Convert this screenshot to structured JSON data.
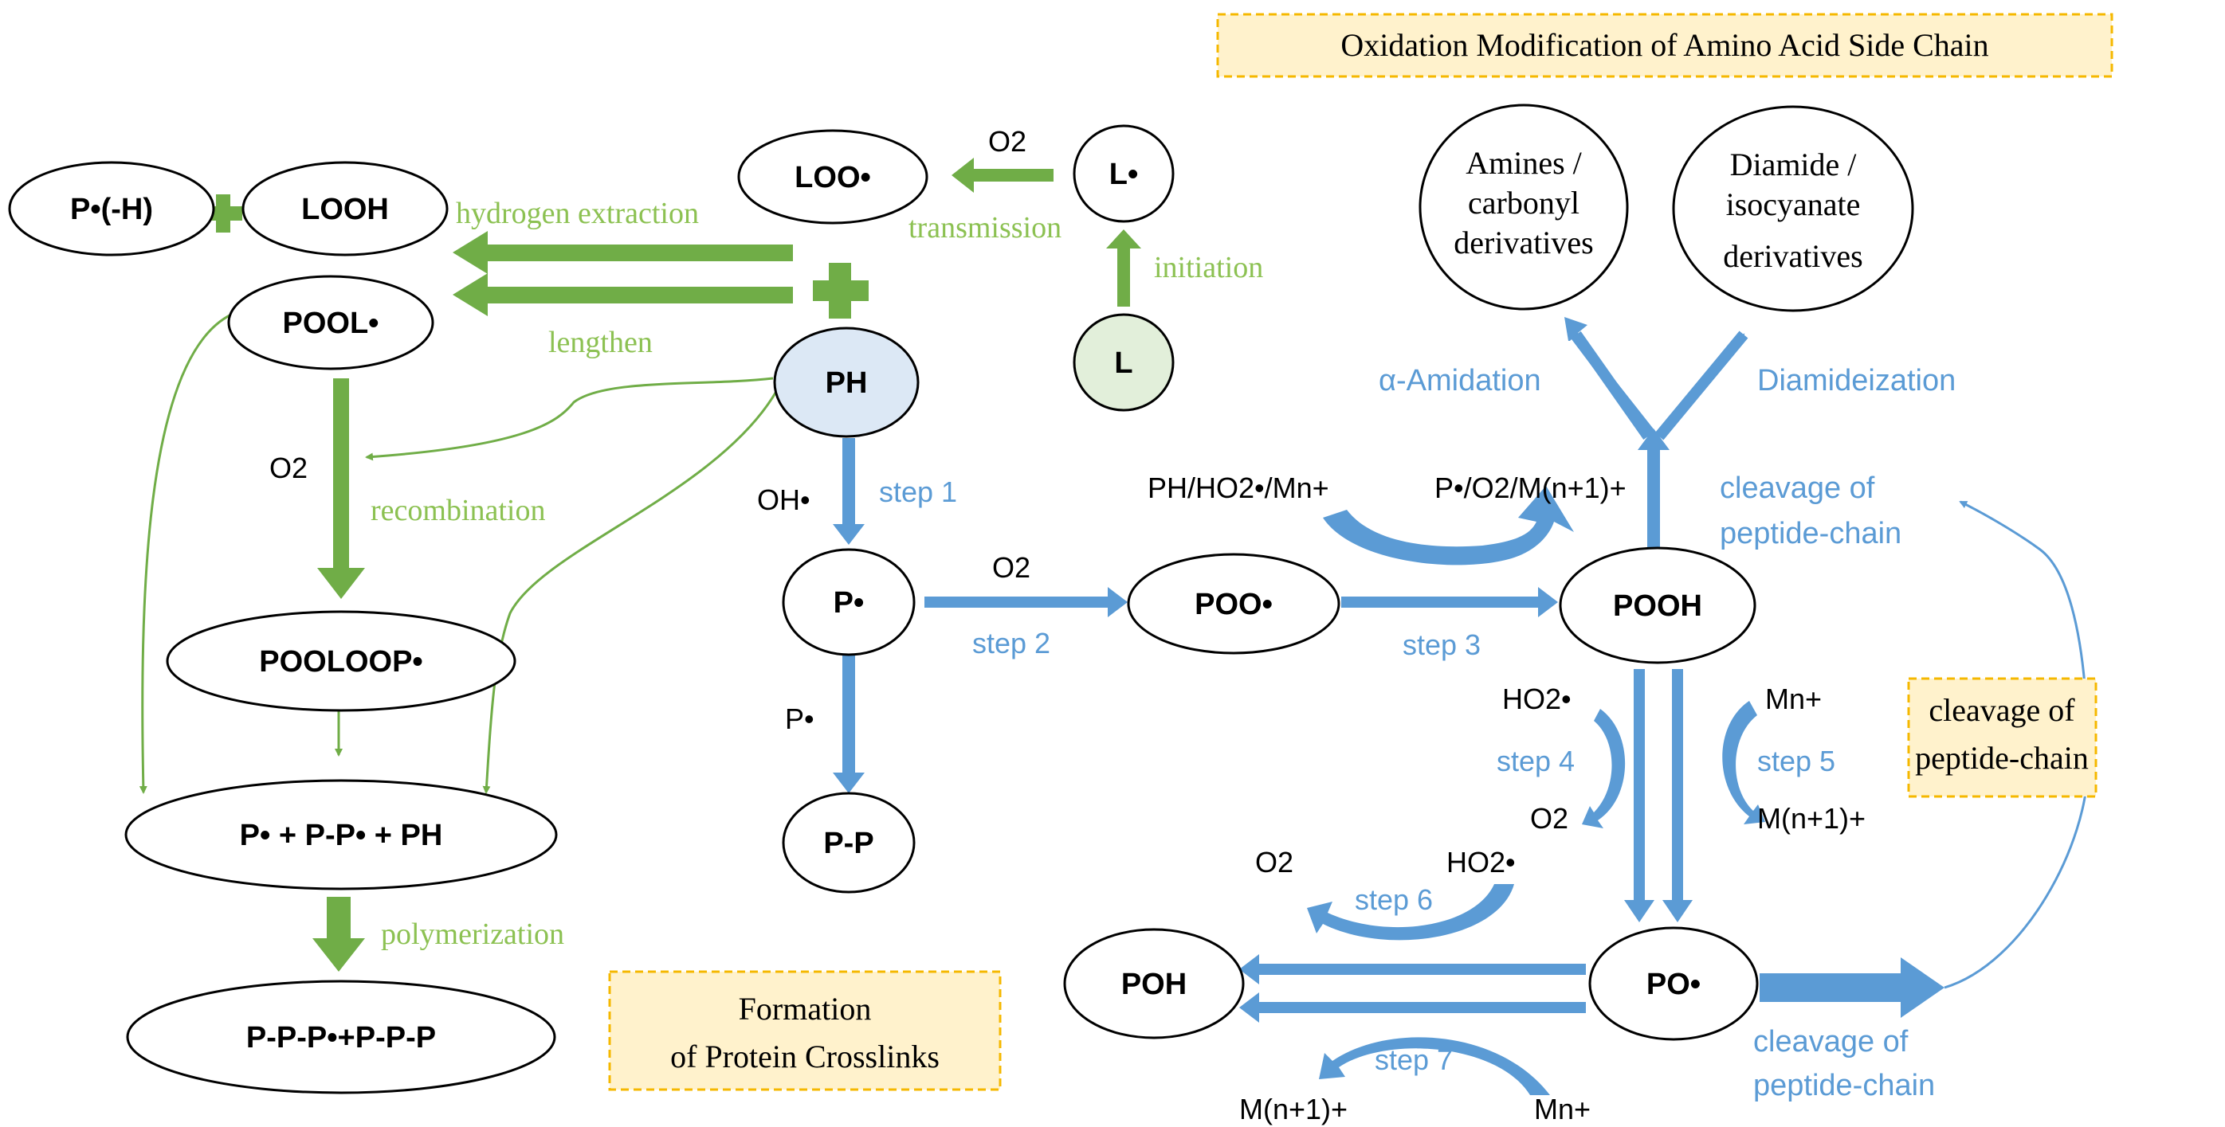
{
  "colors": {
    "green": "#70ad47",
    "green_text": "#8cc152",
    "blue": "#5b9bd5",
    "box_fill": "#fff2cc",
    "box_border": "#f5b800",
    "ph_fill": "#dce8f5",
    "l_fill": "#e2efda"
  },
  "boxes": {
    "oxidation_title": "Oxidation Modification of Amino Acid Side Chain",
    "crosslinks_line1": "Formation",
    "crosslinks_line2": "of Protein Crosslinks",
    "cleavage_box_line1": "cleavage of",
    "cleavage_box_line2": "peptide-chain"
  },
  "nodes": {
    "p_radical_h": "P•(-H)",
    "looh": "LOOH",
    "loo": "LOO•",
    "l_radical": "L•",
    "l": "L",
    "pool": "POOL•",
    "ph": "PH",
    "pooloop": "POOLOOP•",
    "mix": "P• + P-P• + PH",
    "final": "P-P-P•+P-P-P",
    "p_radical": "P•",
    "pp": "P-P",
    "poo": "POO•",
    "pooh": "POOH",
    "po": "PO•",
    "poh": "POH",
    "amines": [
      "Amines /",
      "carbonyl",
      "derivatives"
    ],
    "diamide": [
      "Diamide /",
      "isocyanate",
      "derivatives"
    ]
  },
  "green_labels": {
    "hydrogen_extraction": "hydrogen extraction",
    "lengthen": "lengthen",
    "transmission": "transmission",
    "initiation": "initiation",
    "recombination": "recombination",
    "polymerization": "polymerization"
  },
  "blue_labels": {
    "step1": "step 1",
    "step2": "step 2",
    "step3": "step 3",
    "step4": "step 4",
    "step5": "step 5",
    "step6": "step 6",
    "step7": "step 7",
    "alpha_amidation": "α-Amidation",
    "diamideization": "Diamideization",
    "cleavage_top_1": "cleavage of",
    "cleavage_top_2": "peptide-chain",
    "cleavage_bottom_1": "cleavage of",
    "cleavage_bottom_2": "peptide-chain"
  },
  "black_labels": {
    "o2_top": "O2",
    "o2_left": "O2",
    "oh_radical": "OH•",
    "p_radical_small": "P•",
    "o2_step2": "O2",
    "ph_ho2_m": "PH/HO2•/Mn+",
    "p_o2_m": "P•/O2/M(n+1)+",
    "ho2_step4": "HO2•",
    "o2_step4": "O2",
    "mn_step5": "Mn+",
    "m_step5": "M(n+1)+",
    "o2_step6": "O2",
    "ho2_step6": "HO2•",
    "m_step7": "M(n+1)+",
    "mn_step7": "Mn+"
  }
}
